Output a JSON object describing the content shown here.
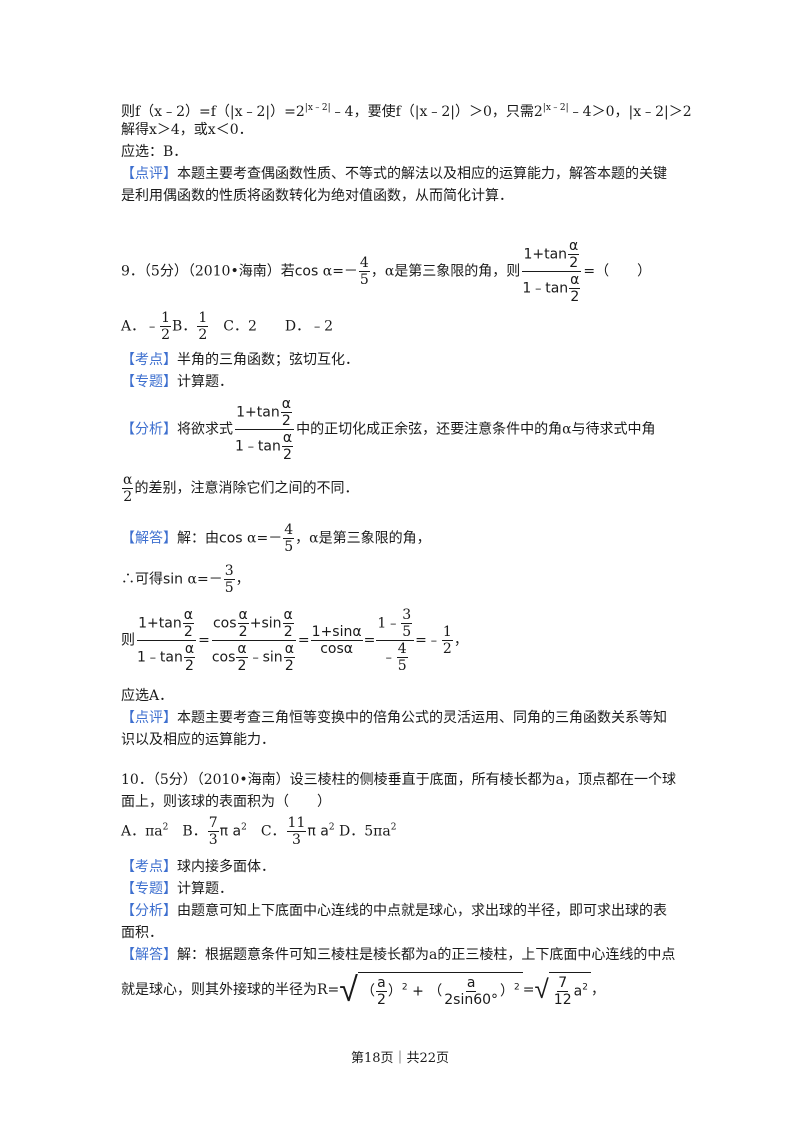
{
  "top": {
    "l1_a": "则f（x﹣2）=f（|x﹣2|）=2",
    "l1_sup1": "|x﹣2|",
    "l1_b": "﹣4，要使f（|x﹣2|）＞0，只需2",
    "l1_sup2": "|x﹣2|",
    "l1_c": "﹣4＞0，|x﹣2|＞2",
    "l2": "解得x＞4，或x＜0．",
    "l3": "应选：B．",
    "comment_tag": "【点评】",
    "comment_1": "本题主要考查偶函数性质、不等式的解法以及相应的运算能力，解答本题的关键",
    "comment_2": "是利用偶函数的性质将函数转化为绝对值函数，从而简化计算．"
  },
  "q9": {
    "head": "9．（5分）（2010•海南）若",
    "cos": "cos",
    "alpha": "α",
    "eq": "=－",
    "n4": "4",
    "d5": "5",
    "mid": "，α是第三象限的角，则",
    "one_plus_tan": "1+tan",
    "one_minus_tan": "1﹣tan",
    "two": "2",
    "tail": "=（　　）",
    "optA": "A．﹣",
    "n1": "1",
    "optB": "B．",
    "optCD": "　C．2　　D．﹣2",
    "kd_tag": "【考点】",
    "kd": "半角的三角函数；弦切互化．",
    "zt_tag": "【专题】",
    "zt": "计算题．",
    "fx_tag": "【分析】",
    "fx_1": "将欲求式",
    "fx_2": "中的正切化成正余弦，还要注意条件中的角α与待求式中角",
    "fx_3": "的差别，注意消除它们之间的不同．",
    "jd_tag": "【解答】",
    "jd_1": "解：由",
    "jd_2": "，α是第三象限的角，",
    "therefore": "∴可得",
    "sin": "sin",
    "n3": "3",
    "comma": "，",
    "ze": "则",
    "cos_h": "cos",
    "sin_h": "sin",
    "plus": "+",
    "minus": "﹣",
    "one_plus_sin": "1+sin",
    "one_minus": "1﹣",
    "neg": "﹣",
    "res_eq": "=﹣",
    "res_end": "，",
    "ans": "应选A．",
    "dp_tag": "【点评】",
    "dp_1": "本题主要考查三角恒等变换中的倍角公式的灵活运用、同角的三角函数关系等知",
    "dp_2": "识以及相应的运算能力．"
  },
  "q10": {
    "head_1": "10．（5分）（2010•海南）设三棱柱的侧棱垂直于底面，所有棱长都为a，顶点都在一个球",
    "head_2": "面上，则该球的表面积为（　　）",
    "optA": "A．πa",
    "optB": "　B．",
    "n7": "7",
    "n3": "3",
    "pa": "π a",
    "optC": "　C．",
    "n11": "11",
    "optD": "D．5πa",
    "sq2": "2",
    "kd_tag": "【考点】",
    "kd": "球内接多面体．",
    "zt_tag": "【专题】",
    "zt": "计算题．",
    "fx_tag": "【分析】",
    "fx_1": "由题意可知上下底面中心连线的中点就是球心，求出球的半径，即可求出球的表",
    "fx_2": "面积．",
    "jd_tag": "【解答】",
    "jd_1": "解：根据题意条件可知三棱柱是棱长都为a的正三棱柱，上下底面中心连线的中点",
    "jd_2": "就是球心，则其外接球的半径为R=",
    "a": "a",
    "two": "2",
    "two_sin60": "2sin60°",
    "lp": "（",
    "rp": "）",
    "plus": "+",
    "eq": "=",
    "n12": "12",
    "end": "，"
  },
  "footer": "第18页｜共22页"
}
